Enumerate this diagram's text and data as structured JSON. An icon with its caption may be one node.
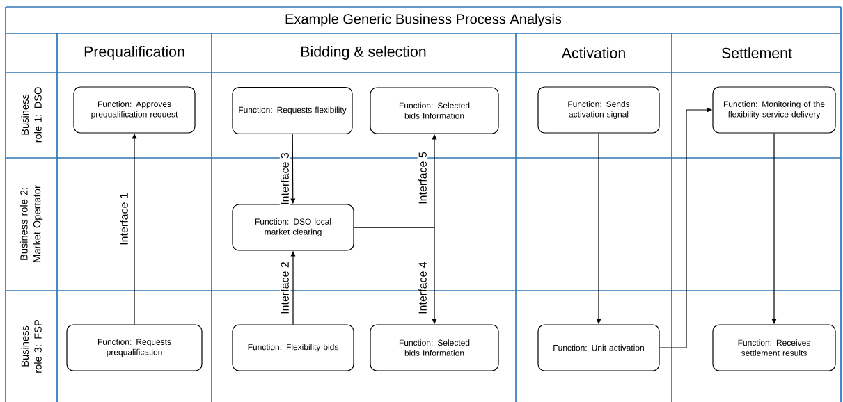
{
  "diagram": {
    "title": "Example Generic Business Process Analysis",
    "nodes": [
      {
        "text": [
          "Function: Approves prequalification request"
        ]
      },
      {
        "text": [
          "Function: Requests flexibility"
        ]
      },
      {
        "text": [
          "Function: Selected bids Information"
        ]
      },
      {
        "text": [
          "Function: Sends activation signal"
        ]
      },
      {
        "text": [
          "Function: Monitoring of the flexibility service delivery"
        ]
      },
      {
        "text": [
          "Function: DSO local market clearing"
        ]
      },
      {
        "text": [
          "Function: Requests prequalification"
        ]
      },
      {
        "text": [
          "Function: Flexibility bids"
        ]
      },
      {
        "text": [
          "Function: Selected bids Information"
        ]
      },
      {
        "text": [
          "Function: Unit activation"
        ]
      },
      {
        "text": [
          "Function: Receives settlement results"
        ]
      }
    ],
    "edges": [
      {
        "from": 6,
        "to": 0,
        "arrow": "to",
        "label": "Interface 1"
      },
      {
        "from": 1,
        "to": 5,
        "arrow": "to",
        "label": "Interface 3"
      },
      {
        "from": 7,
        "to": 5,
        "arrow": "to",
        "label": "Interface 2"
      },
      {
        "from": 5,
        "to": 2,
        "arrow": "to",
        "label": "Interface 5"
      },
      {
        "from": 5,
        "to": 8,
        "arrow": "to",
        "label": "Interface 4"
      },
      {
        "from": 3,
        "to": 9,
        "arrow": "to"
      },
      {
        "from": 9,
        "to": 4,
        "arrow": "to"
      },
      {
        "from": 4,
        "to": 10,
        "arrow": "to"
      }
    ],
    "labels": [
      "Prequalification",
      "Bidding & selection",
      "Activation",
      "Settlement",
      "Business role 1: DSO",
      "Business role 2: Market Opertator",
      "Business role 3: FSP"
    ]
  }
}
